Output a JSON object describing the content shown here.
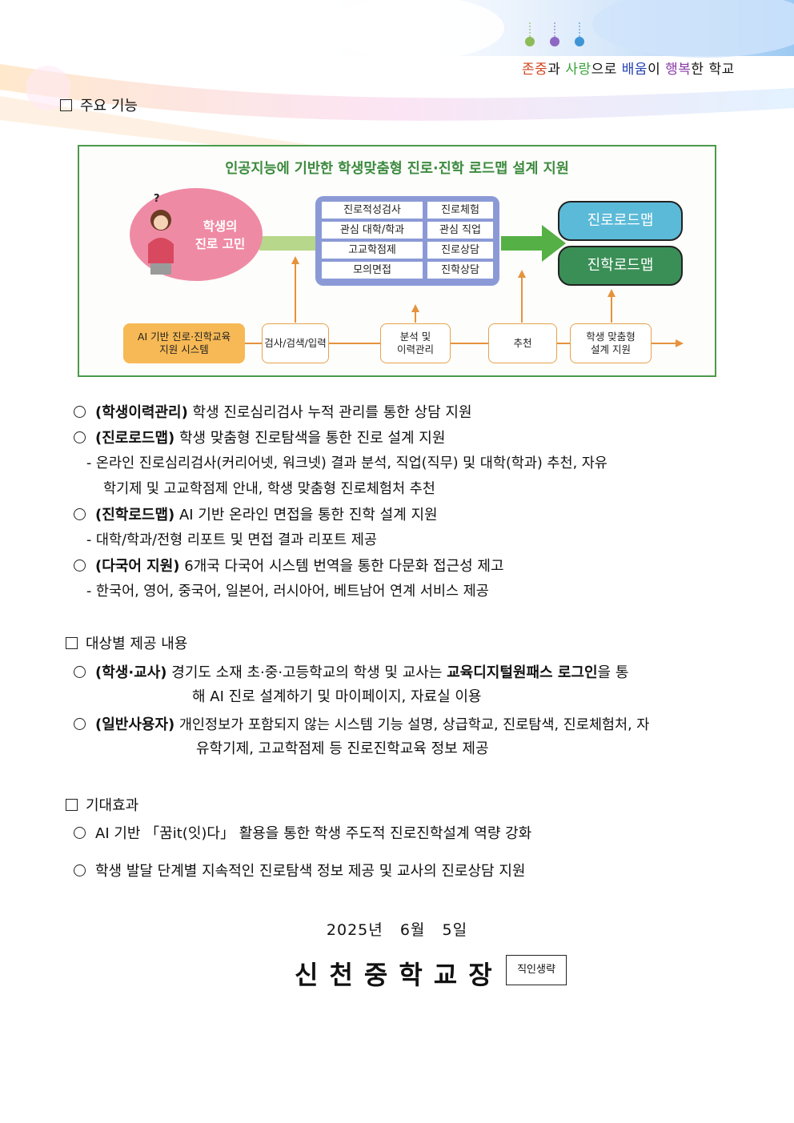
{
  "header": {
    "slogan_parts": [
      {
        "text": "존중",
        "color": "#d2451f"
      },
      {
        "text": "과 ",
        "color": "#222222"
      },
      {
        "text": "사랑",
        "color": "#3aa23a"
      },
      {
        "text": "으로 ",
        "color": "#222222"
      },
      {
        "text": "배움",
        "color": "#2340b0"
      },
      {
        "text": "이 ",
        "color": "#222222"
      },
      {
        "text": "행복",
        "color": "#8a3aa8"
      },
      {
        "text": "한 학교",
        "color": "#222222"
      }
    ]
  },
  "sections": {
    "features": "주요 기능",
    "targets": "대상별 제공 내용",
    "effects": "기대효과"
  },
  "diagram": {
    "title": "인공지능에 기반한 학생맞춤형 진로·진학 로드맵 설계 지원",
    "student_worry_line1": "학생의",
    "student_worry_line2": "진로 고민",
    "question_mark": "?",
    "grid_items": [
      "진로적성검사",
      "진로체험",
      "관심 대학/학과",
      "관심 직업",
      "고교학점제",
      "진로상담",
      "모의면접",
      "진학상담"
    ],
    "career_roadmap": "진로로드맵",
    "admission_roadmap": "진학로드맵",
    "system_line1": "AI 기반 진로·진학교육",
    "system_line2": "지원 시스템",
    "flow_search": "검사/검색/입력",
    "flow_analysis_line1": "분석 및",
    "flow_analysis_line2": "이력관리",
    "flow_recommend": "추천",
    "flow_support_line1": "학생 맞춤형",
    "flow_support_line2": "설계 지원"
  },
  "features": {
    "item1_label": "(학생이력관리)",
    "item1_text": " 학생 진로심리검사 누적 관리를 통한 상담 지원",
    "item2_label": "(진로로드맵)",
    "item2_text": " 학생 맞춤형 진로탐색을 통한 진로 설계 지원",
    "item2_sub1": "- 온라인 진로심리검사(커리어넷, 워크넷) 결과 분석, 직업(직무) 및 대학(학과) 추천, 자유",
    "item2_sub2": "학기제 및 고교학점제 안내, 학생 맞춤형 진로체험처 추천",
    "item3_label": "(진학로드맵)",
    "item3_text": " AI 기반 온라인 면접을 통한 진학 설계 지원",
    "item3_sub": "- 대학/학과/전형 리포트 및 면접 결과 리포트 제공",
    "item4_label": "(다국어 지원)",
    "item4_text": " 6개국 다국어 시스템 번역을 통한 다문화 접근성 제고",
    "item4_sub": "- 한국어, 영어, 중국어, 일본어, 러시아어, 베트남어 연계 서비스 제공"
  },
  "targets": {
    "item1_label": "(학생·교사)",
    "item1_text_a": " 경기도 소재 초·중·고등학교의 학생 및 교사는 ",
    "item1_bold": "교육디지털원패스 로그인",
    "item1_text_b": "을 통",
    "item1_cont": "해 AI 진로 설계하기 및 마이페이지, 자료실 이용",
    "item2_label": "(일반사용자)",
    "item2_text": " 개인정보가 포함되지 않는 시스템 기능 설명, 상급학교, 진로탐색, 진로체험처, 자",
    "item2_cont": "유학기제, 고교학점제 등 진로진학교육 정보 제공"
  },
  "effects": {
    "item1": "AI 기반 「꿈it(잇)다」 활용을 통한 학생 주도적 진로진학설계 역량 강화",
    "item2": "학생 발달 단계별 지속적인 진로탐색 정보 제공 및 교사의 진로상담 지원"
  },
  "footer": {
    "date": "2025년   6월   5일",
    "principal": "신천중학교장",
    "seal": "직인생략"
  }
}
